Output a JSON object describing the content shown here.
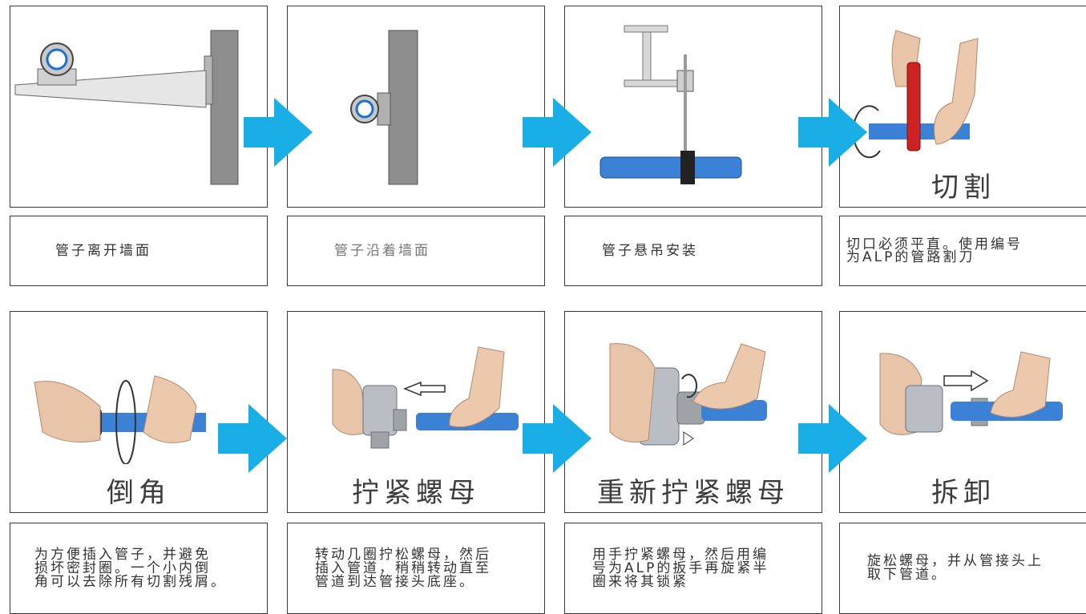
{
  "colors": {
    "arrow": "#1aaee6",
    "pipe": "#3b82d6",
    "border": "#3a3a3a"
  },
  "steps": [
    {
      "caption": "管子离开墙面",
      "label": ""
    },
    {
      "caption": "管子沿着墙面",
      "label": ""
    },
    {
      "caption": "管子悬吊安装",
      "label": ""
    },
    {
      "caption": "切口必须平直。使用编号\n为ALP的管路割刀",
      "label": "切割"
    },
    {
      "caption": "为方便插入管子，并避免\n损坏密封圈。一个小内倒\n角可以去除所有切割残屑。",
      "label": "倒角"
    },
    {
      "caption": "转动几圈拧松螺母，然后\n插入管道，稍稍转动直至\n管道到达管接头底座。",
      "label": "拧紧螺母"
    },
    {
      "caption": "用手拧紧螺母，然后用编\n号为ALP的扳手再旋紧半\n圈来将其锁紧",
      "label": "重新拧紧螺母"
    },
    {
      "caption": "旋松螺母，并从管接头上\n取下管道。",
      "label": "拆卸"
    }
  ]
}
